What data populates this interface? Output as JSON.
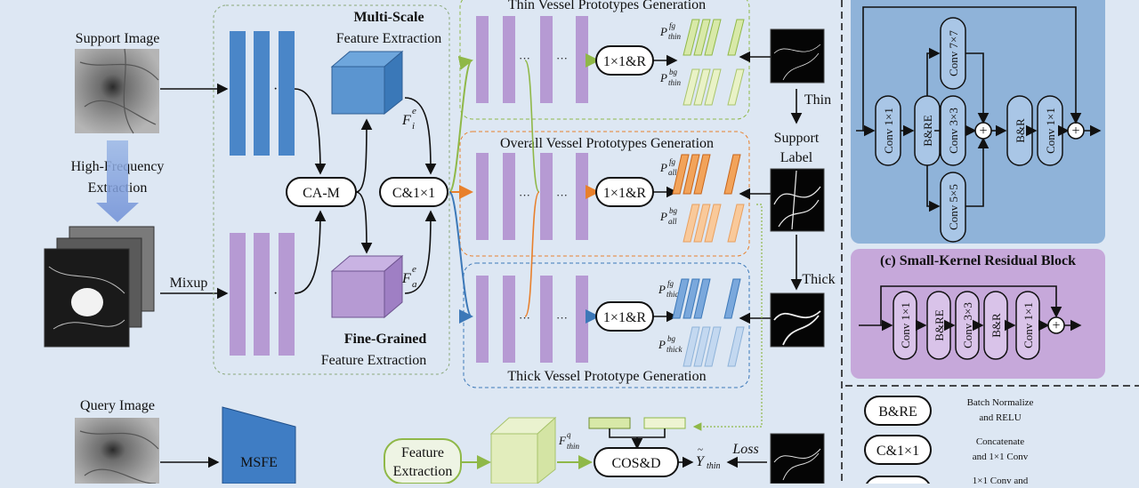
{
  "left": {
    "support_image": "Support Image",
    "hf_line1": "High-Frequency",
    "hf_line2": "Extraction",
    "mixup": "Mixup",
    "query_image": "Query Image",
    "msfe": "MSFE"
  },
  "center": {
    "ms_title_line1": "Multi-Scale",
    "ms_title_line2": "Feature Extraction",
    "fg_title_line1": "Fine-Grained",
    "fg_title_line2": "Feature Extraction",
    "fi": "F",
    "fi_sup": "e",
    "fi_sub": "i",
    "fa": "F",
    "fa_sup": "e",
    "fa_sub": "a",
    "cam": "CA-M",
    "c1x1": "C&1×1",
    "dots": "···"
  },
  "vessel": {
    "thin_title": "Thin Vessel Prototypes Generation",
    "overall_title": "Overall Vessel Prototypes Generation",
    "thick_title": "Thick Vessel Prototype Generation",
    "r1": "1×1&R",
    "p": "P",
    "thin_fg": "fg",
    "thin_bg": "bg",
    "thin_sub": "thin",
    "all_sub": "all",
    "thick_sub": "thick"
  },
  "right_labels": {
    "thin": "Thin",
    "support_label_line1": "Support",
    "support_label_line2": "Label",
    "thick": "Thick"
  },
  "bottom": {
    "feature_line1": "Feature",
    "feature_line2": "Extraction",
    "fq": "F",
    "fq_sup": "q",
    "fq_sub": "thin",
    "cosd": "COS&D",
    "y": "Y",
    "y_sub": "thin",
    "loss": "Loss"
  },
  "panel_b": {
    "conv1": "Conv 1×1",
    "bre": "B&RE",
    "conv7": "Conv 7×7",
    "conv3": "Conv 3×3",
    "conv5": "Conv 5×5",
    "br": "B&R",
    "conv1b": "Conv 1×1",
    "plus": "+"
  },
  "panel_c": {
    "title": "(c) Small-Kernel Residual Block",
    "conv1": "Conv 1×1",
    "bre": "B&RE",
    "conv3": "Conv 3×3",
    "br": "B&R",
    "conv1b": "Conv 1×1",
    "plus": "+"
  },
  "legend": {
    "bre": "B&RE",
    "bre_desc_line1": "Batch Normalize",
    "bre_desc_line2": "and RELU",
    "c1x1": "C&1×1",
    "c1x1_desc_line1": "Concatenate",
    "c1x1_desc_line2": "and 1×1 Conv",
    "third_desc": "1×1 Conv and"
  },
  "colors": {
    "background": "#dde7f3",
    "blue_bar": "#4a86c8",
    "purple_bar": "#b69ad3",
    "thin_green": "#8fb848",
    "overall_orange": "#e8802c",
    "thick_blue": "#3c78b8",
    "panel_blue": "#8fb3d9",
    "panel_purple": "#c6a8da"
  }
}
